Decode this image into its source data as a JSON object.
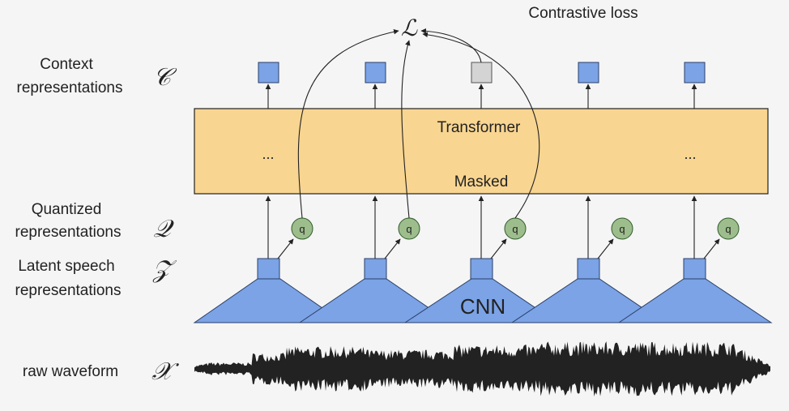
{
  "labels": {
    "context": [
      "Context",
      "representations"
    ],
    "quantized": [
      "Quantized",
      "representations"
    ],
    "latent": [
      "Latent speech",
      "representations"
    ],
    "raw": "raw waveform"
  },
  "symbols": {
    "context": "𝒞",
    "quantized": "𝒬",
    "latent": "𝒵",
    "raw": "𝒳",
    "loss": "ℒ"
  },
  "loss_label": "Contrastive loss",
  "transformer": {
    "title": "Transformer",
    "masked": "Masked",
    "ellipsis_left": "...",
    "ellipsis_right": "..."
  },
  "cnn_label": "CNN",
  "q_label": "q",
  "colors": {
    "background": "#f5f5f5",
    "transformer_fill": "#f8d591",
    "blue_fill": "#7ba3e6",
    "masked_fill": "#d4d4d4",
    "q_fill": "#9dbe8c",
    "waveform": "#222222"
  }
}
